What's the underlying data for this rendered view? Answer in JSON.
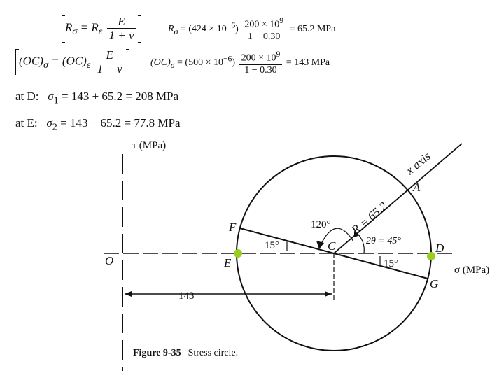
{
  "equations": {
    "row1": {
      "bracket": {
        "lhs": "R",
        "lhs_sub": "σ",
        "eq": " = R",
        "eq_sub": "ε",
        "num": "E",
        "den": "1 + ν"
      },
      "calc": {
        "lhs": "R",
        "lhs_sub": "σ",
        "pre": " = (424 × 10",
        "exp": "−6",
        "post": ")",
        "num": "200 × 10",
        "num_exp": "9",
        "den": "1 + 0.30",
        "result": " = 65.2 MPa"
      }
    },
    "row2": {
      "bracket": {
        "lhs": "(OC)",
        "lhs_sub": "σ",
        "eq": " = (OC)",
        "eq_sub": "ε",
        "num": "E",
        "den": "1 − ν"
      },
      "calc": {
        "lhs": "(OC)",
        "lhs_sub": "σ",
        "pre": " = (500 × 10",
        "exp": "−6",
        "post": ")",
        "num": "200 × 10",
        "num_exp": "9",
        "den": "1 − 0.30",
        "result": " = 143 MPa"
      }
    },
    "row3": {
      "label": "at D:",
      "sigma": "σ",
      "sub": "1",
      "expr": " = 143 + 65.2 = 208 MPa"
    },
    "row4": {
      "label": "at E:",
      "sigma": "σ",
      "sub": "2",
      "expr": " = 143 − 65.2 = 77.8 MPa"
    }
  },
  "figure": {
    "tau_axis_label": "τ (MPa)",
    "sigma_axis_label": "σ (MPa)",
    "x_axis_label": "x axis",
    "radius_label": "R = 65.2",
    "angle_120": "120°",
    "angle_2theta": "2θ = 45°",
    "angle_15_left": "15°",
    "angle_15_right": "15°",
    "dimension_143": "143",
    "points": {
      "O": "O",
      "C": "C",
      "D": "D",
      "E": "E",
      "F": "F",
      "G": "G",
      "A": "A"
    },
    "marker_color": "#9acd1e",
    "line_color": "#111111"
  },
  "caption": {
    "number": "Figure 9-35",
    "text": "Stress circle."
  }
}
